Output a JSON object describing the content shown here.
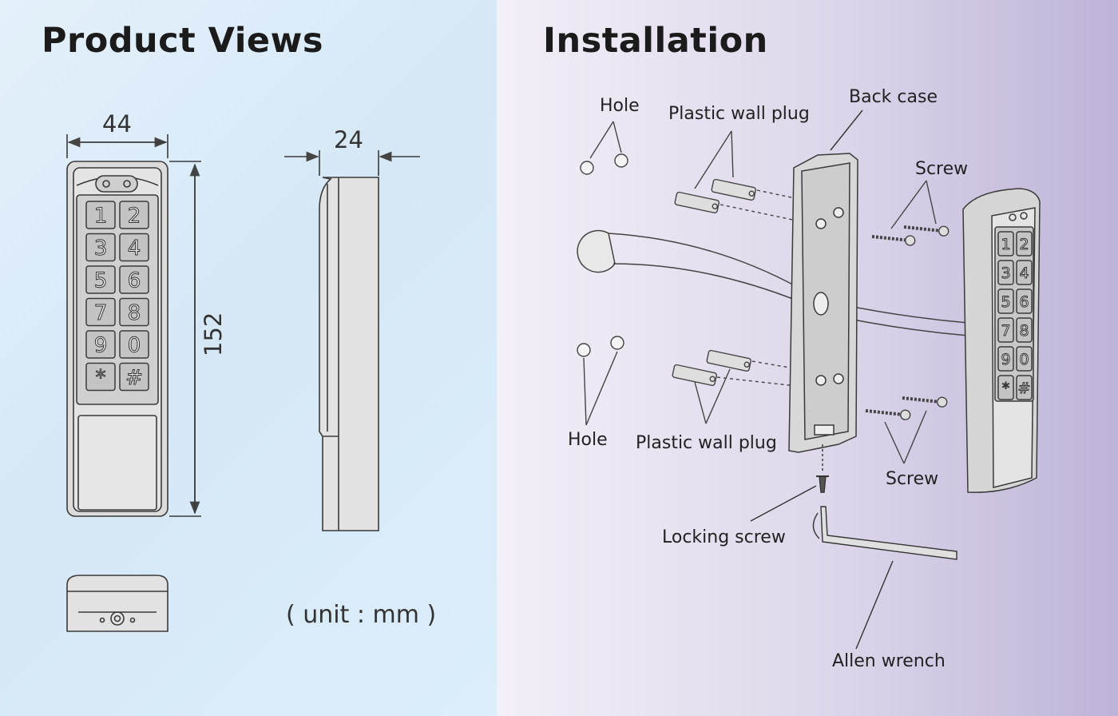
{
  "left": {
    "title": "Product Views",
    "width_dim": "44",
    "depth_dim": "24",
    "height_dim": "152",
    "unit": "( unit : mm )"
  },
  "right": {
    "title": "Installation",
    "labels": {
      "hole_top": "Hole",
      "plug_top": "Plastic wall plug",
      "back_case": "Back  case",
      "screw_top": "Screw",
      "hole_bottom": "Hole",
      "plug_bottom": "Plastic wall plug",
      "screw_bottom": "Screw",
      "locking_screw": "Locking  screw",
      "allen_wrench": "Allen  wrench"
    }
  },
  "keypad": {
    "keys": [
      "1",
      "2",
      "3",
      "4",
      "5",
      "6",
      "7",
      "8",
      "9",
      "0",
      "*",
      "#"
    ]
  },
  "colors": {
    "line": "#3a3a3a",
    "device_fill": "#dcdcdc",
    "key_fill": "#c4c4c4"
  }
}
